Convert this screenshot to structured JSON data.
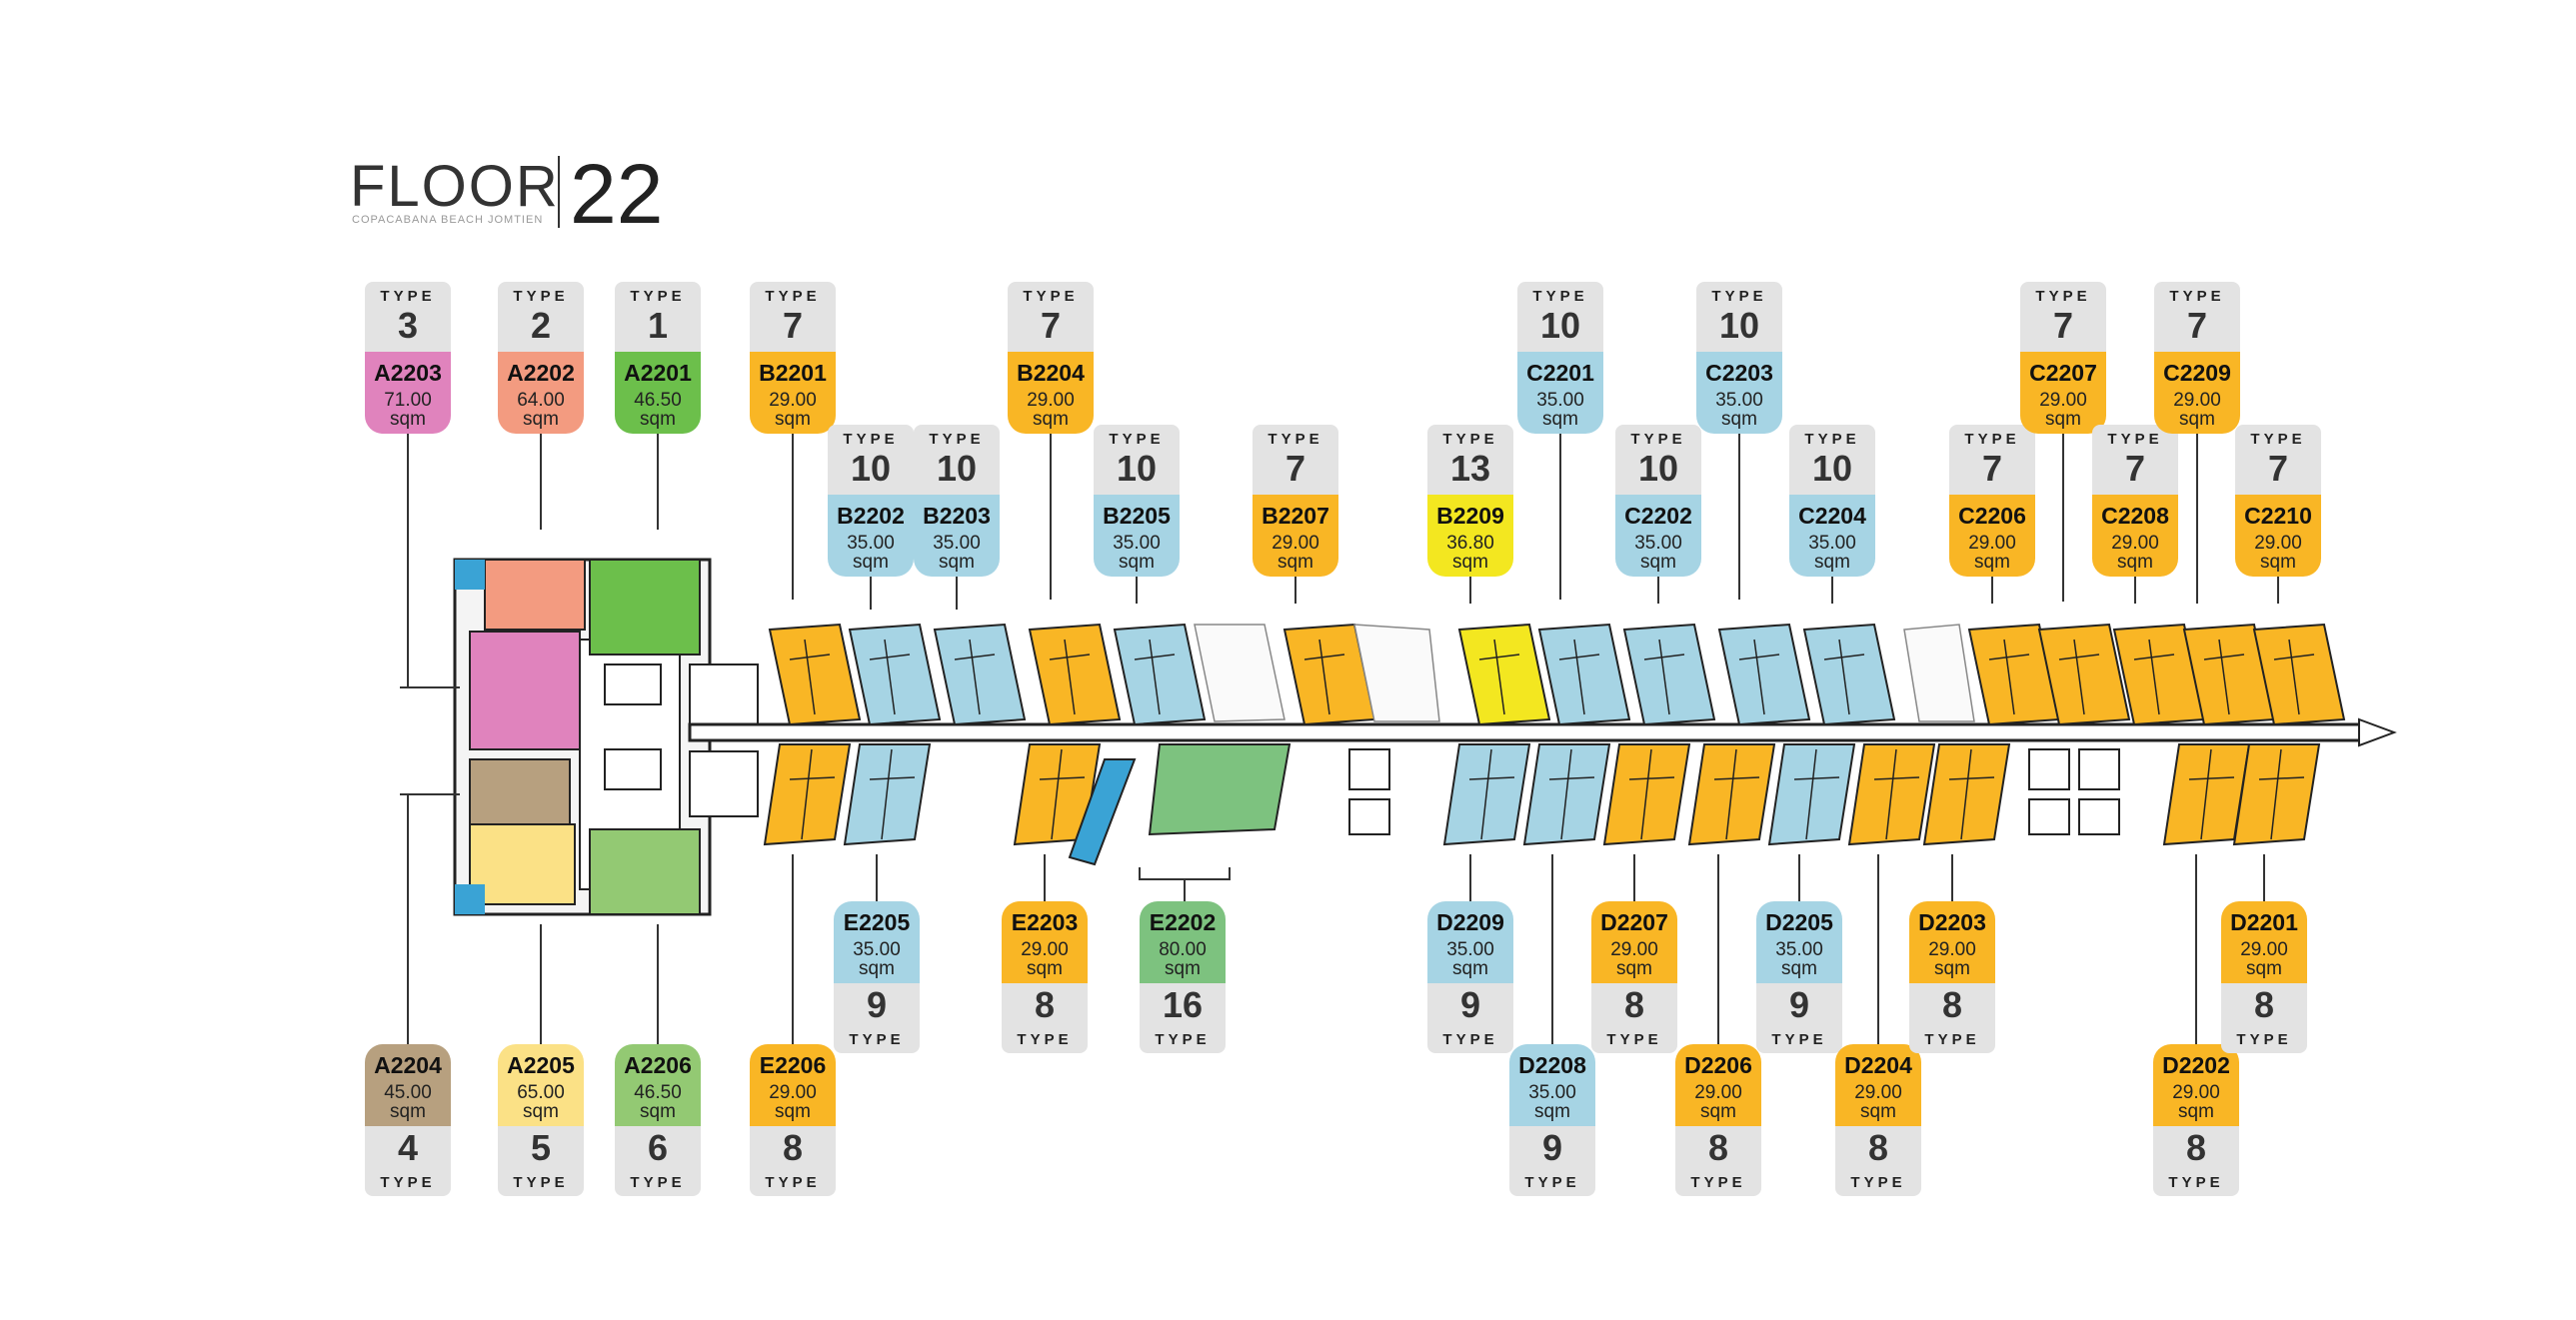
{
  "title": {
    "floor_word": "FLOOR",
    "floor_number": "22",
    "subtitle": "COPACABANA BEACH JOMTIEN"
  },
  "labels": {
    "type_word": "TYPE",
    "unit_sqm": "sqm"
  },
  "colors": {
    "type3-pink": "#e083bd",
    "type2-salmon": "#f39b80",
    "type1-green": "#6cbf4b",
    "type7-orange": "#f9b625",
    "type10-blue": "#a6d4e4",
    "type13-yellow": "#f3e720",
    "type4-tan": "#b7a07f",
    "type5-lightyellow": "#fbe186",
    "type6-lightgreen": "#93c973",
    "type16-green": "#7dc27f",
    "type9-blue": "#a6d4e4",
    "type8-orange": "#f9b625"
  },
  "units": [
    {
      "code": "A2203",
      "area": "71.00",
      "type": "3",
      "color": "#e083bd",
      "pos": "top"
    },
    {
      "code": "A2202",
      "area": "64.00",
      "type": "2",
      "color": "#f39b80",
      "pos": "top"
    },
    {
      "code": "A2201",
      "area": "46.50",
      "type": "1",
      "color": "#6cbf4b",
      "pos": "top"
    },
    {
      "code": "B2201",
      "area": "29.00",
      "type": "7",
      "color": "#f9b625",
      "pos": "top"
    },
    {
      "code": "B2202",
      "area": "35.00",
      "type": "10",
      "color": "#a6d4e4",
      "pos": "top"
    },
    {
      "code": "B2203",
      "area": "35.00",
      "type": "10",
      "color": "#a6d4e4",
      "pos": "top"
    },
    {
      "code": "B2204",
      "area": "29.00",
      "type": "7",
      "color": "#f9b625",
      "pos": "top"
    },
    {
      "code": "B2205",
      "area": "35.00",
      "type": "10",
      "color": "#a6d4e4",
      "pos": "top"
    },
    {
      "code": "B2207",
      "area": "29.00",
      "type": "7",
      "color": "#f9b625",
      "pos": "top"
    },
    {
      "code": "B2209",
      "area": "36.80",
      "type": "13",
      "color": "#f3e720",
      "pos": "top"
    },
    {
      "code": "C2201",
      "area": "35.00",
      "type": "10",
      "color": "#a6d4e4",
      "pos": "top"
    },
    {
      "code": "C2202",
      "area": "35.00",
      "type": "10",
      "color": "#a6d4e4",
      "pos": "top"
    },
    {
      "code": "C2203",
      "area": "35.00",
      "type": "10",
      "color": "#a6d4e4",
      "pos": "top"
    },
    {
      "code": "C2204",
      "area": "35.00",
      "type": "10",
      "color": "#a6d4e4",
      "pos": "top"
    },
    {
      "code": "C2206",
      "area": "29.00",
      "type": "7",
      "color": "#f9b625",
      "pos": "top"
    },
    {
      "code": "C2207",
      "area": "29.00",
      "type": "7",
      "color": "#f9b625",
      "pos": "top"
    },
    {
      "code": "C2208",
      "area": "29.00",
      "type": "7",
      "color": "#f9b625",
      "pos": "top"
    },
    {
      "code": "C2209",
      "area": "29.00",
      "type": "7",
      "color": "#f9b625",
      "pos": "top"
    },
    {
      "code": "C2210",
      "area": "29.00",
      "type": "7",
      "color": "#f9b625",
      "pos": "top"
    },
    {
      "code": "A2204",
      "area": "45.00",
      "type": "4",
      "color": "#b7a07f",
      "pos": "bottom"
    },
    {
      "code": "A2205",
      "area": "65.00",
      "type": "5",
      "color": "#fbe186",
      "pos": "bottom"
    },
    {
      "code": "A2206",
      "area": "46.50",
      "type": "6",
      "color": "#93c973",
      "pos": "bottom"
    },
    {
      "code": "E2206",
      "area": "29.00",
      "type": "8",
      "color": "#f9b625",
      "pos": "bottom"
    },
    {
      "code": "E2205",
      "area": "35.00",
      "type": "9",
      "color": "#a6d4e4",
      "pos": "bottom"
    },
    {
      "code": "E2203",
      "area": "29.00",
      "type": "8",
      "color": "#f9b625",
      "pos": "bottom"
    },
    {
      "code": "E2202",
      "area": "80.00",
      "type": "16",
      "color": "#7dc27f",
      "pos": "bottom"
    },
    {
      "code": "D2209",
      "area": "35.00",
      "type": "9",
      "color": "#a6d4e4",
      "pos": "bottom"
    },
    {
      "code": "D2208",
      "area": "35.00",
      "type": "9",
      "color": "#a6d4e4",
      "pos": "bottom"
    },
    {
      "code": "D2207",
      "area": "29.00",
      "type": "8",
      "color": "#f9b625",
      "pos": "bottom"
    },
    {
      "code": "D2206",
      "area": "29.00",
      "type": "8",
      "color": "#f9b625",
      "pos": "bottom"
    },
    {
      "code": "D2205",
      "area": "35.00",
      "type": "9",
      "color": "#a6d4e4",
      "pos": "bottom"
    },
    {
      "code": "D2204",
      "area": "29.00",
      "type": "8",
      "color": "#f9b625",
      "pos": "bottom"
    },
    {
      "code": "D2203",
      "area": "29.00",
      "type": "8",
      "color": "#f9b625",
      "pos": "bottom"
    },
    {
      "code": "D2202",
      "area": "29.00",
      "type": "8",
      "color": "#f9b625",
      "pos": "bottom"
    },
    {
      "code": "D2201",
      "area": "29.00",
      "type": "8",
      "color": "#f9b625",
      "pos": "bottom"
    }
  ]
}
